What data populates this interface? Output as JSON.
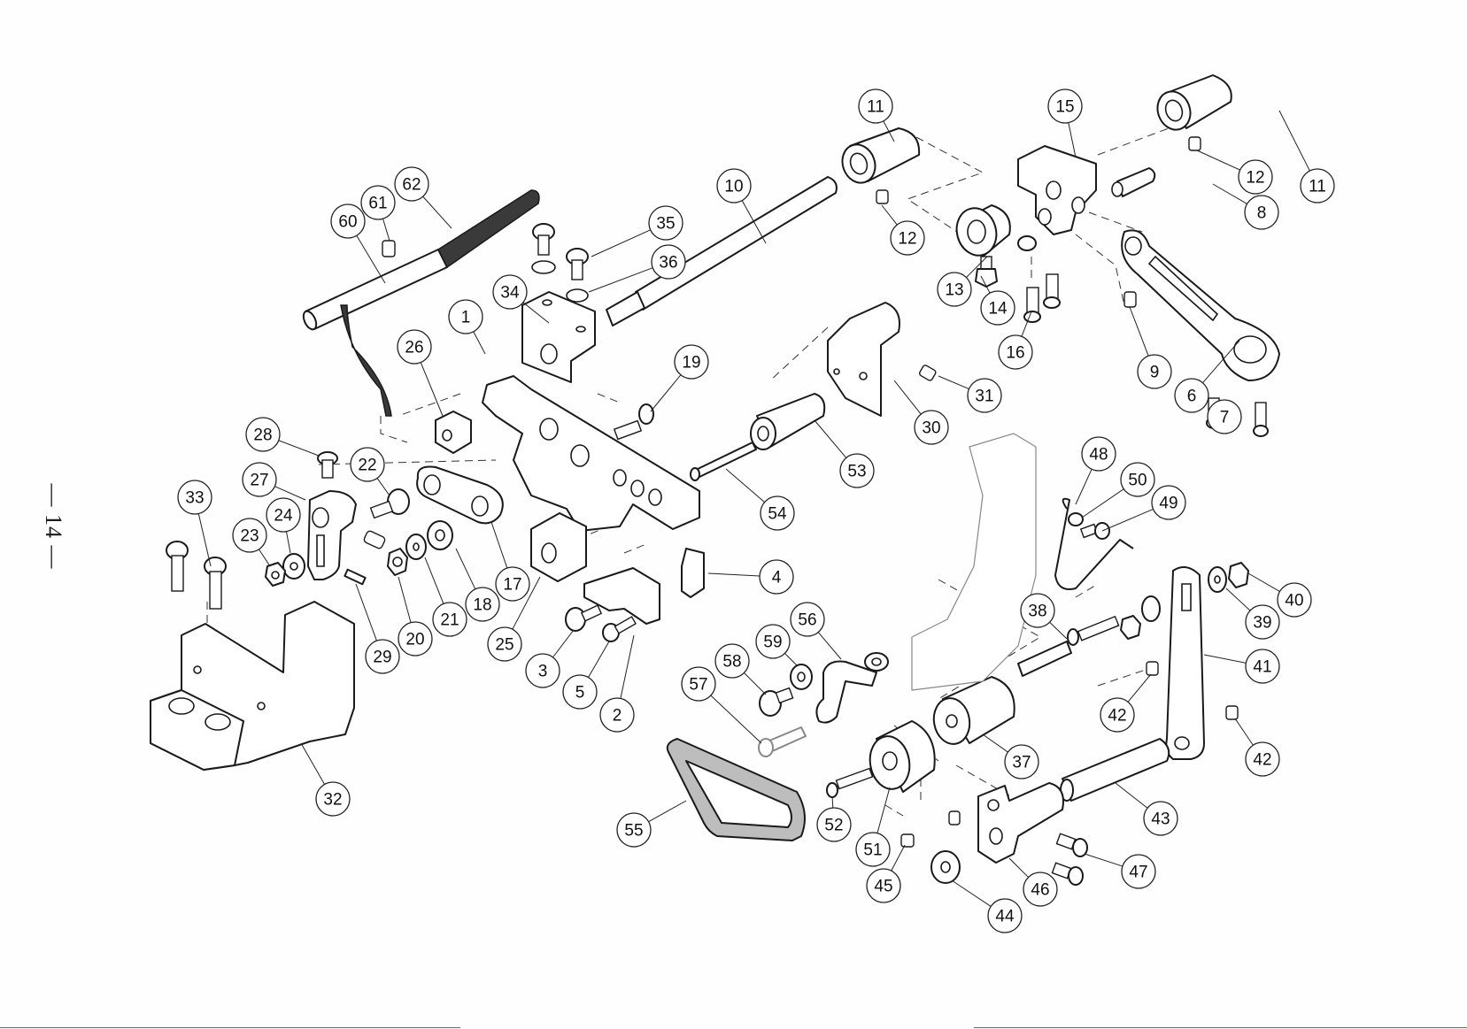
{
  "document": {
    "type": "exploded parts diagram",
    "page_number_text": "— 14 —"
  },
  "callouts": [
    {
      "label": "1"
    },
    {
      "label": "2"
    },
    {
      "label": "3"
    },
    {
      "label": "4"
    },
    {
      "label": "5"
    },
    {
      "label": "6"
    },
    {
      "label": "7"
    },
    {
      "label": "8"
    },
    {
      "label": "9"
    },
    {
      "label": "10"
    },
    {
      "label": "11"
    },
    {
      "label": "11"
    },
    {
      "label": "12"
    },
    {
      "label": "12"
    },
    {
      "label": "13"
    },
    {
      "label": "14"
    },
    {
      "label": "15"
    },
    {
      "label": "16"
    },
    {
      "label": "17"
    },
    {
      "label": "18"
    },
    {
      "label": "19"
    },
    {
      "label": "20"
    },
    {
      "label": "21"
    },
    {
      "label": "22"
    },
    {
      "label": "23"
    },
    {
      "label": "24"
    },
    {
      "label": "25"
    },
    {
      "label": "26"
    },
    {
      "label": "27"
    },
    {
      "label": "28"
    },
    {
      "label": "29"
    },
    {
      "label": "30"
    },
    {
      "label": "31"
    },
    {
      "label": "32"
    },
    {
      "label": "33"
    },
    {
      "label": "34"
    },
    {
      "label": "35"
    },
    {
      "label": "36"
    },
    {
      "label": "37"
    },
    {
      "label": "38"
    },
    {
      "label": "39"
    },
    {
      "label": "40"
    },
    {
      "label": "41"
    },
    {
      "label": "42"
    },
    {
      "label": "42"
    },
    {
      "label": "43"
    },
    {
      "label": "44"
    },
    {
      "label": "45"
    },
    {
      "label": "46"
    },
    {
      "label": "47"
    },
    {
      "label": "48"
    },
    {
      "label": "49"
    },
    {
      "label": "50"
    },
    {
      "label": "51"
    },
    {
      "label": "52"
    },
    {
      "label": "53"
    },
    {
      "label": "54"
    },
    {
      "label": "55"
    },
    {
      "label": "56"
    },
    {
      "label": "57"
    },
    {
      "label": "58"
    },
    {
      "label": "59"
    },
    {
      "label": "60"
    },
    {
      "label": "61"
    },
    {
      "label": "62"
    }
  ]
}
